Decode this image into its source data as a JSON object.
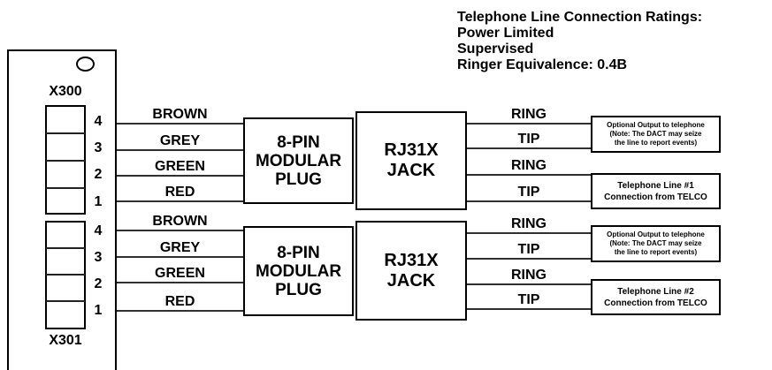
{
  "colors": {
    "ink": "#000000",
    "wire": "#303030",
    "background": "#ffffff"
  },
  "ratings": {
    "lines": [
      "Telephone Line Connection Ratings:",
      "Power Limited",
      "Supervised",
      "Ringer Equivalence: 0.4B"
    ]
  },
  "board": {
    "connectors": [
      {
        "label": "X300",
        "pins": [
          "4",
          "3",
          "2",
          "1"
        ]
      },
      {
        "label": "X301",
        "pins": [
          "4",
          "3",
          "2",
          "1"
        ]
      }
    ]
  },
  "circuits": [
    {
      "wires": [
        "BROWN",
        "GREY",
        "GREEN",
        "RED"
      ],
      "plug": {
        "lines": [
          "8-PIN",
          "MODULAR",
          "PLUG"
        ]
      },
      "jack": {
        "lines": [
          "RJ31X",
          "JACK"
        ]
      },
      "terminals": [
        "RING",
        "TIP",
        "RING",
        "TIP"
      ],
      "notes": [
        {
          "lines": [
            "Optional Output to telephone",
            "(Note: The DACT may seize",
            "the line to report events)"
          ]
        },
        {
          "lines": [
            "Telephone Line #1",
            "Connection from TELCO"
          ]
        }
      ]
    },
    {
      "wires": [
        "BROWN",
        "GREY",
        "GREEN",
        "RED"
      ],
      "plug": {
        "lines": [
          "8-PIN",
          "MODULAR",
          "PLUG"
        ]
      },
      "jack": {
        "lines": [
          "RJ31X",
          "JACK"
        ]
      },
      "terminals": [
        "RING",
        "TIP",
        "RING",
        "TIP"
      ],
      "notes": [
        {
          "lines": [
            "Optional Output to telephone",
            "(Note: The DACT may seize",
            "the line to report events)"
          ]
        },
        {
          "lines": [
            "Telephone Line #2",
            "Connection from TELCO"
          ]
        }
      ]
    }
  ]
}
